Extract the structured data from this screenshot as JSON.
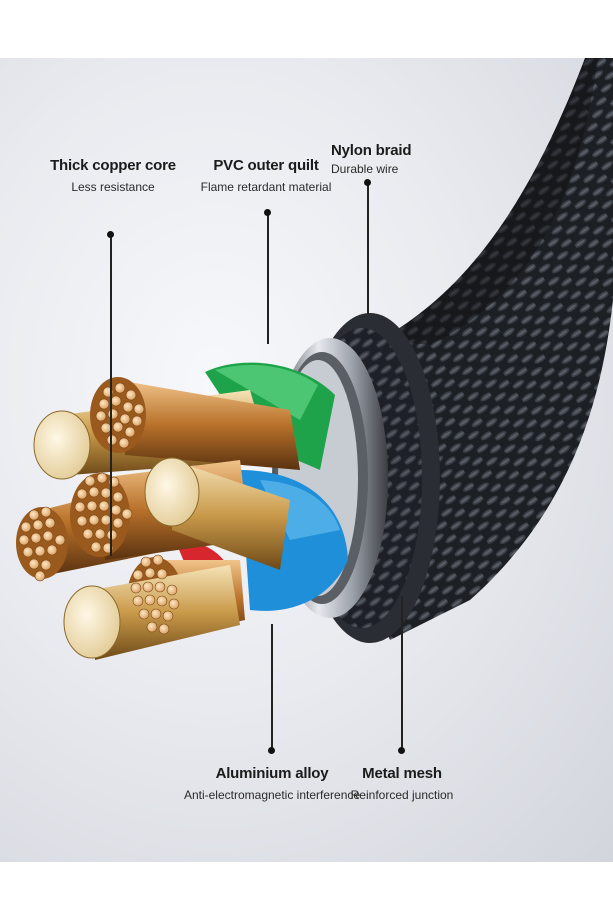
{
  "labels": {
    "copper_core": {
      "title": "Thick copper core",
      "subtitle": "Less resistance"
    },
    "pvc_quilt": {
      "title": "PVC outer quilt",
      "subtitle": "Flame retardant material"
    },
    "nylon_braid": {
      "title": "Nylon braid",
      "subtitle": "Durable wire"
    },
    "aluminium_alloy": {
      "title": "Aluminium alloy",
      "subtitle": "Anti-electromagnetic interference"
    },
    "metal_mesh": {
      "title": "Metal mesh",
      "subtitle": "Reinforced junction"
    }
  },
  "colors": {
    "copper": "#c7833a",
    "gold": "#e8c98a",
    "green_insulation": "#1fa34a",
    "blue_insulation": "#1e8fd8",
    "braid": "#1c1f24"
  }
}
